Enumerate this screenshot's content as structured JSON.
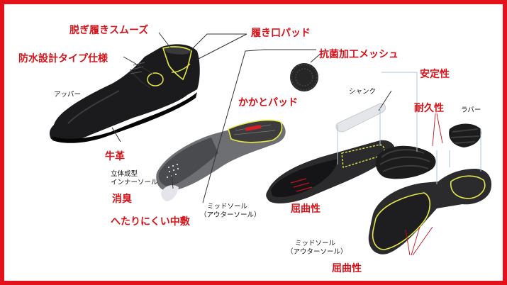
{
  "colors": {
    "frame": "#e3121b",
    "label_red": "#d4141b",
    "label_black": "#111111",
    "highlight": "#e6e84a",
    "leader_red": "#c0141b",
    "leader_blue": "#a9c7d8"
  },
  "labels": {
    "smooth_on_off": "脱ぎ履きスムーズ",
    "waterproof": "防水設計タイプ仕様",
    "upper": "アッパー",
    "cowhide": "牛革",
    "collar_pad": "履き口パッド",
    "antibacterial_mesh": "抗菌加工メッシュ",
    "heel_pad": "かかとパッド",
    "insole_3d_line1": "立体成型",
    "insole_3d_line2": "インナーソール",
    "deodorant": "消臭",
    "shank": "シャンク",
    "stability": "安定性",
    "durability": "耐久性",
    "rubber": "ラバー",
    "midsole_center_line1": "ミッドソール",
    "midsole_center_line2": "（アウターソール）",
    "flexibility_center": "屈曲性",
    "midsole_right_line1": "ミッドソール",
    "midsole_right_line2": "（アウターソール）",
    "flexibility_bottom": "屈曲性",
    "no_flatten_midsole": "へたりにくい中敷"
  }
}
